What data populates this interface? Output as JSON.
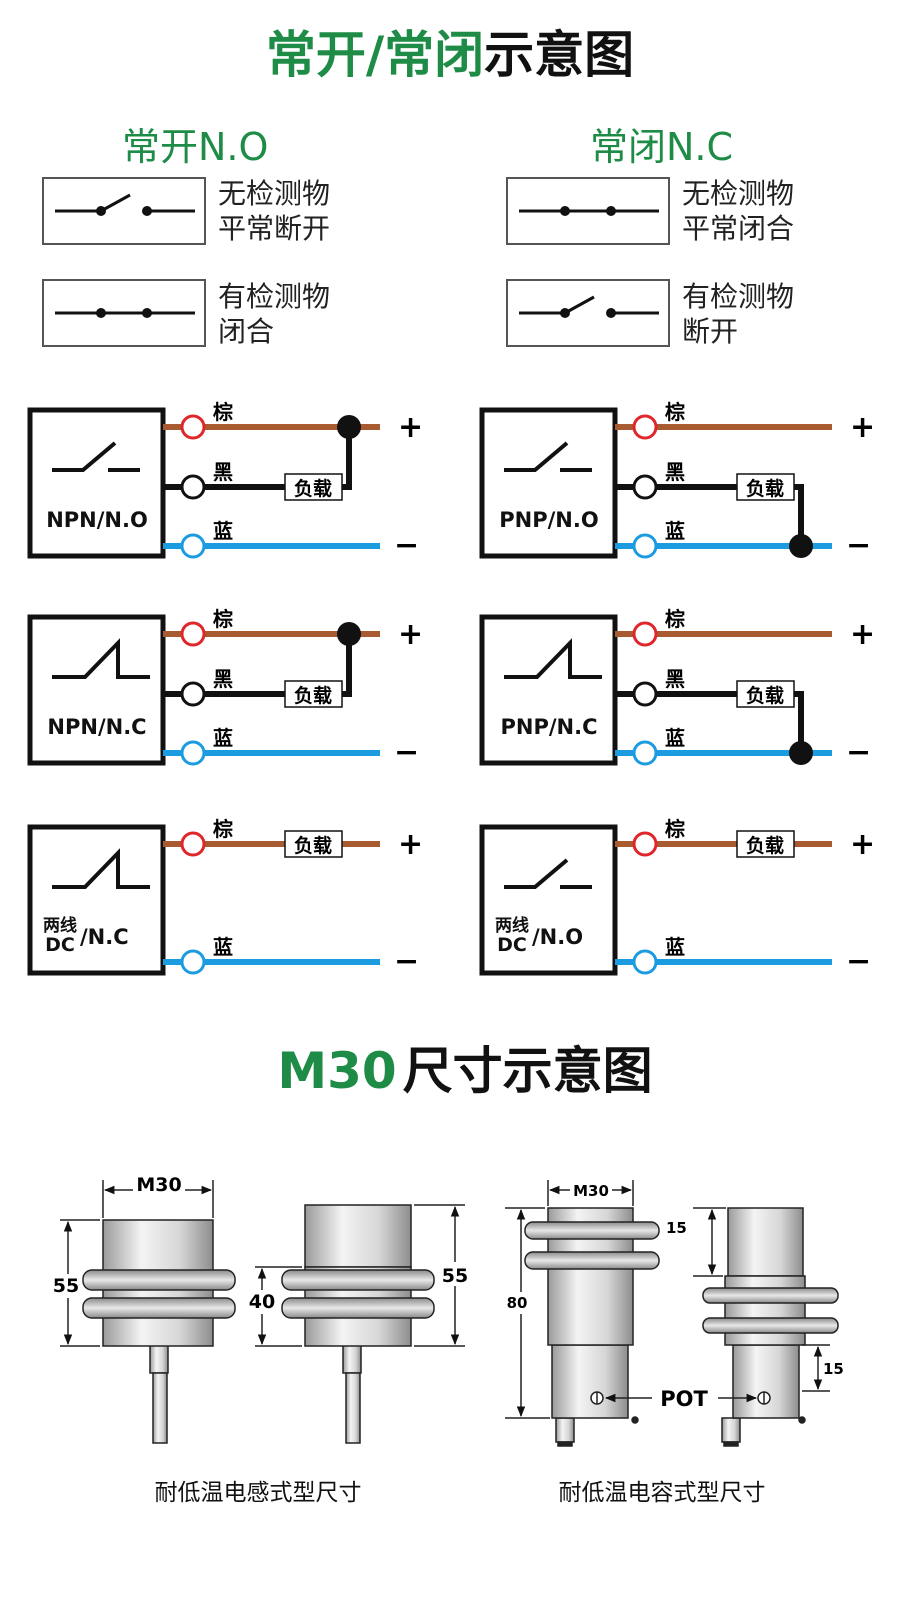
{
  "colors": {
    "green": "#1e8c46",
    "brown": "#a85a30",
    "blue": "#1c9ce0",
    "red": "#e0262a",
    "black": "#111111"
  },
  "title": {
    "green_part": "常开/常闭",
    "black_part": "示意图"
  },
  "legend": {
    "no": {
      "header": "常开N.O",
      "box1": [
        "无检测物",
        "平常断开"
      ],
      "box2": [
        "有检测物",
        "闭合"
      ]
    },
    "nc": {
      "header": "常闭N.C",
      "box1": [
        "无检测物",
        "平常闭合"
      ],
      "box2": [
        "有检测物",
        "断开"
      ]
    }
  },
  "wire_labels": {
    "brown": "棕",
    "black": "黑",
    "blue": "蓝",
    "load": "负载",
    "plus": "+",
    "minus": "−"
  },
  "wiring": [
    {
      "label": "NPN/N.O",
      "switch": "no",
      "type": "npn"
    },
    {
      "label": "PNP/N.O",
      "switch": "no",
      "type": "pnp"
    },
    {
      "label": "NPN/N.C",
      "switch": "nc",
      "type": "npn"
    },
    {
      "label": "PNP/N.C",
      "switch": "nc",
      "type": "pnp"
    },
    {
      "label_top": "两线",
      "label_bottom": "DC",
      "label_suffix": "/N.C",
      "switch": "nc",
      "type": "two"
    },
    {
      "label_top": "两线",
      "label_bottom": "DC",
      "label_suffix": "/N.O",
      "switch": "no",
      "type": "two"
    }
  ],
  "dimensions": {
    "title_green": "M30",
    "title_black": "尺寸示意图",
    "m30": "M30",
    "d55": "55",
    "d40": "40",
    "d80": "80",
    "d15": "15",
    "pot": "POT",
    "caption_inductive": "耐低温电感式型尺寸",
    "caption_capacitive": "耐低温电容式型尺寸"
  }
}
